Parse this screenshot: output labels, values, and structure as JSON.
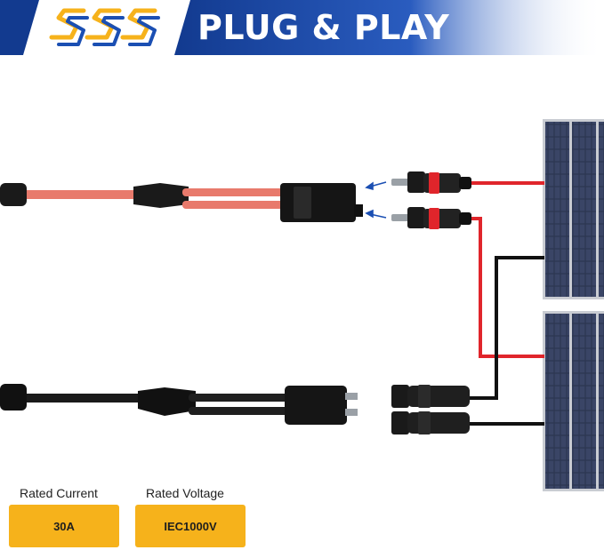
{
  "banner": {
    "title": "PLUG & PLAY",
    "logo_icon": "sss-brand-logo",
    "colors": {
      "navy": "#123a8f",
      "gold": "#f6b21b",
      "red": "#e0252b",
      "cable_red": "#e87a6c",
      "black": "#111111"
    }
  },
  "specs": [
    {
      "label": "Rated Current",
      "value": "30A"
    },
    {
      "label": "Rated Voltage",
      "value": "IEC1000V"
    }
  ],
  "illustration": {
    "icons": [
      "y-branch-red-cable-icon",
      "y-branch-black-cable-icon",
      "mc4-connector-icon",
      "solar-panel-icon",
      "arrow-icon"
    ]
  }
}
